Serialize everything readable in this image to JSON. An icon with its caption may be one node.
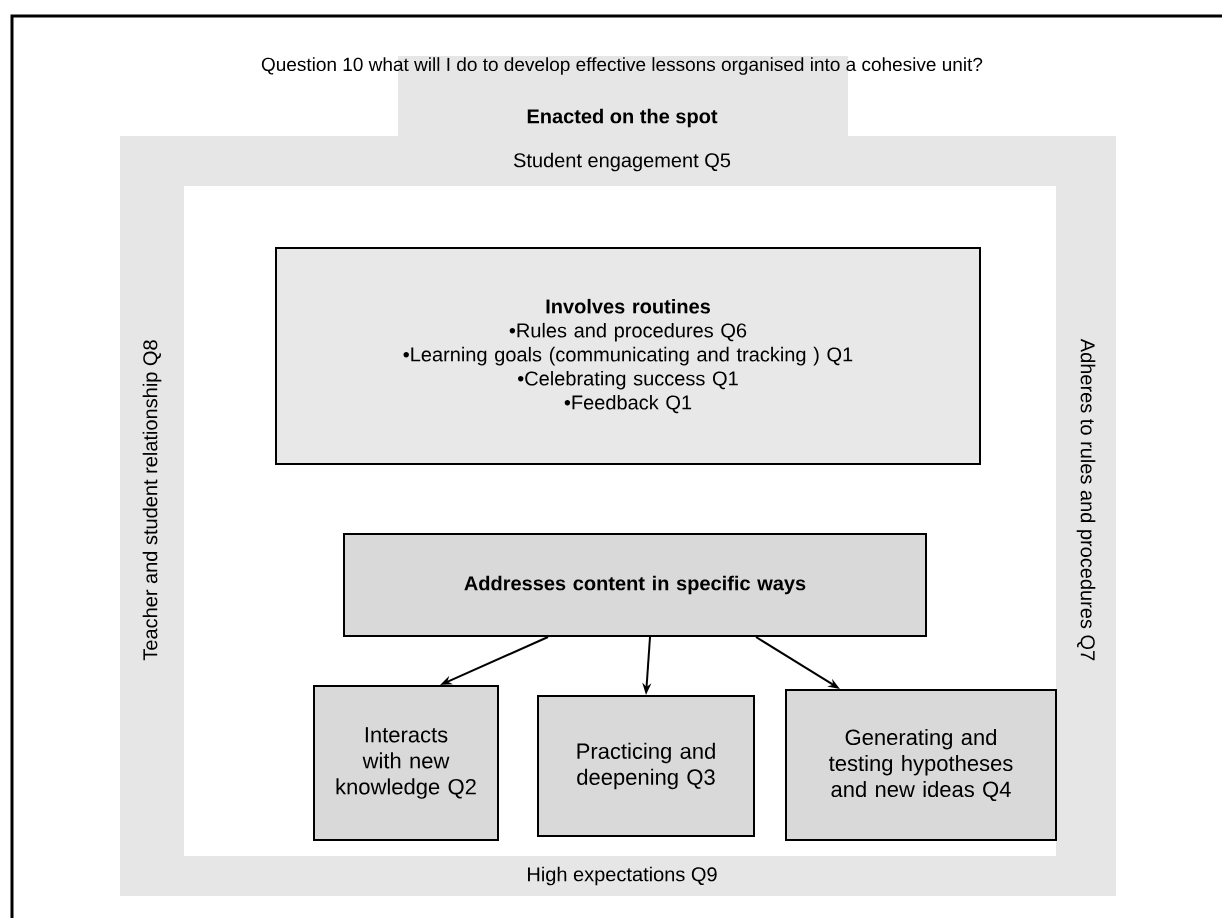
{
  "diagram": {
    "title": "Question 10 what will I do to develop effective lessons organised into a cohesive unit?",
    "nodes": [
      {
        "text": [
          "Involves routines",
          "•Rules and procedures Q6",
          "•Learning goals (communicating and tracking ) Q1",
          "•Celebrating success Q1",
          "•Feedback Q1"
        ]
      },
      {
        "text": [
          "Addresses content in specific ways"
        ]
      },
      {
        "text": [
          "Interacts with new knowledge Q2"
        ]
      },
      {
        "text": [
          "Practicing and deepening Q3"
        ]
      },
      {
        "text": [
          "Generating and testing hypotheses and new ideas Q4"
        ]
      }
    ],
    "edges": [
      {
        "from": 1,
        "to": 2,
        "arrow": "to"
      },
      {
        "from": 1,
        "to": 3,
        "arrow": "to"
      },
      {
        "from": 1,
        "to": 4,
        "arrow": "to"
      }
    ],
    "labels": [
      "Enacted on the spot",
      "Student engagement Q5",
      "Teacher and student  relationship Q8",
      "Adheres to rules and procedures Q7",
      "High expectations Q9"
    ]
  }
}
